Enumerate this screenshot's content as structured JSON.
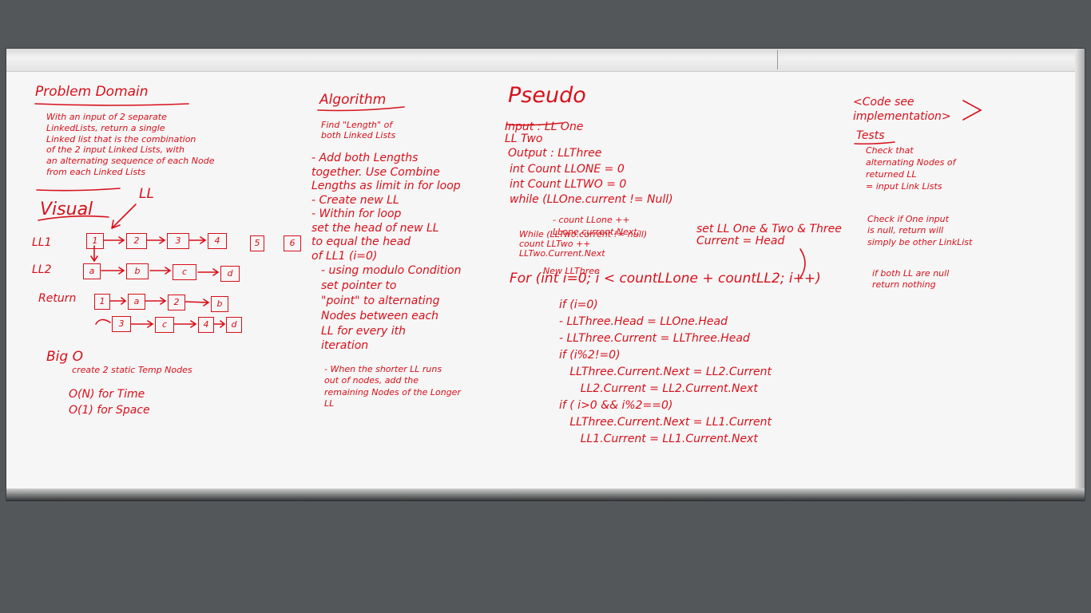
{
  "problem_domain": {
    "heading": "Problem Domain",
    "body": "With an input of 2 separate\nLinkedLists, return a single\nLinked list that is the combination\nof the 2 input Linked Lists, with\nan alternating sequence of each Node\nfrom each Linked Lists"
  },
  "visual": {
    "heading": "Visual",
    "ll_label": "LL",
    "ll1_label": "LL1",
    "ll1_nodes": [
      "1",
      "2",
      "3",
      "4",
      "5",
      "6"
    ],
    "ll2_label": "LL2",
    "ll2_nodes": [
      "a",
      "b",
      "c",
      "d"
    ],
    "return_label": "Return",
    "return_row1": [
      "1",
      "a",
      "2",
      "b"
    ],
    "return_row2": [
      "3",
      "c",
      "4",
      "d"
    ]
  },
  "big_o": {
    "heading": "Big O",
    "note": "create 2 static Temp Nodes",
    "time": "O(N) for Time",
    "space": "O(1) for Space"
  },
  "algorithm": {
    "heading": "Algorithm",
    "step1": "Find \"Length\" of\nboth Linked Lists",
    "step2": "- Add both Lengths\ntogether. Use Combine\nLengths as limit in for loop\n- Create new LL\n- Within for loop\nset the head of new LL\nto equal the head\nof LL1 (i=0)",
    "step3": "- using modulo Condition\nset pointer to\n\"point\" to alternating\nNodes between each\nLL for every ith\niteration",
    "step4": "- When the shorter LL runs\nout of nodes, add the\nremaining Nodes of the Longer\nLL"
  },
  "pseudo": {
    "heading": "Pseudo",
    "input": "Input : LL One\nLL Two",
    "output": "Output : LLThree",
    "counts": "int Count LLONE = 0\nint Count LLTWO = 0\nwhile (LLOne.current != Null)",
    "loop1": "- count LLone ++\nLLone.current.Next;",
    "while2": "While (LLTwo.current != null)\ncount LLTwo ++\nLLTwo.Current.Next",
    "newll": "New LLThree",
    "set_note": "set LL One & Two & Three\nCurrent = Head",
    "for_line": "For (int i=0; i < countLLone + countLL2; i++)",
    "body": "if (i=0)\n- LLThree.Head = LLOne.Head\n- LLThree.Current = LLThree.Head\nif (i%2!=0)\n   LLThree.Current.Next = LL2.Current\n      LL2.Current = LL2.Current.Next\nif ( i>0 && i%2==0)\n   LLThree.Current.Next = LL1.Current\n      LL1.Current = LL1.Current.Next"
  },
  "code": {
    "heading": "<Code see\nimplementation>",
    "tests_heading": "Tests",
    "test1": "Check that\nalternating Nodes of\nreturned LL\n= input Link Lists",
    "test2": "Check if One input\nis null, return will\nsimply be other LinkList",
    "test3": "if both LL are null\nreturn nothing"
  },
  "colors": {
    "ink": "#d8101a",
    "board": "#f6f6f6",
    "background": "#53575a"
  }
}
